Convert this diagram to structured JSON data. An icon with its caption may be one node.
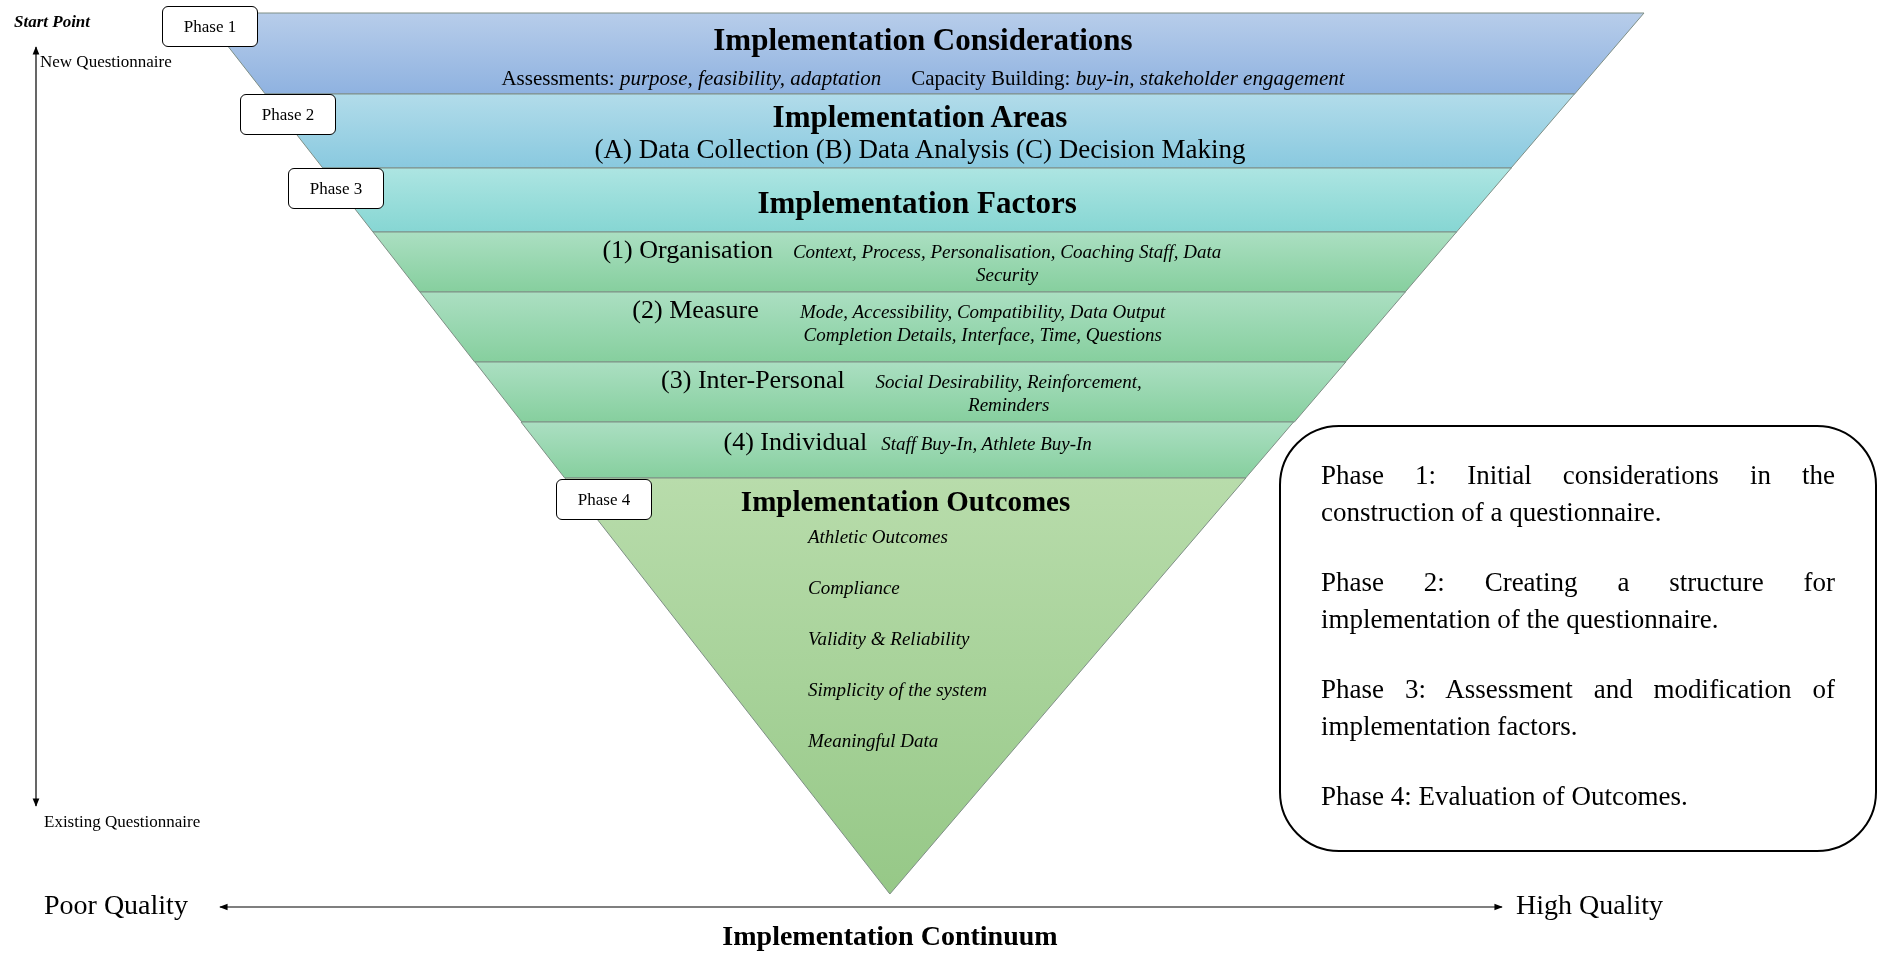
{
  "diagram": {
    "nodes": [
      {
        "text": [
          "Implementation Considerations",
          "Assessments: *purpose, feasibility, adaptation*",
          "Capacity Building: *buy-in, stakeholder engagement*"
        ]
      },
      {
        "text": [
          "Implementation Areas",
          "(A) Data Collection (B) Data Analysis (C) Decision Making"
        ]
      },
      {
        "text": [
          "Implementation Factors"
        ]
      },
      {
        "text": [
          "(1) Organisation",
          "Context, Process, Personalisation, Coaching Staff, Data Security"
        ]
      },
      {
        "text": [
          "(2) Measure",
          "Mode, Accessibility, Compatibility, Data Output Completion Details, Interface, Time, Questions"
        ]
      },
      {
        "text": [
          "(3) Inter-Personal",
          "Social Desirability, Reinforcement, Reminders"
        ]
      },
      {
        "text": [
          "(4) Individual",
          "Staff Buy-In, Athlete Buy-In"
        ]
      },
      {
        "text": [
          "Implementation Outcomes",
          "Athletic Outcomes",
          "Compliance",
          "Validity & Reliability",
          "Simplicity of the system",
          "Meaningful Data"
        ]
      },
      {
        "text": [
          "Phase 1"
        ]
      },
      {
        "text": [
          "Phase 2"
        ]
      },
      {
        "text": [
          "Phase 3"
        ]
      },
      {
        "text": [
          "Phase 4"
        ]
      },
      {
        "text": [
          "Phase 1: Initial considerations in the construction of a questionnaire.",
          "Phase 2: Creating a structure for implementation of the questionnaire.",
          "Phase 3: Assessment and modification of implementation factors.",
          "Phase 4: Evaluation of Outcomes."
        ]
      }
    ],
    "labels": [
      "Start Point",
      "New Questionnaire",
      "Existing Questionnaire",
      "Poor Quality",
      "High Quality",
      "Implementation Continuum"
    ]
  }
}
